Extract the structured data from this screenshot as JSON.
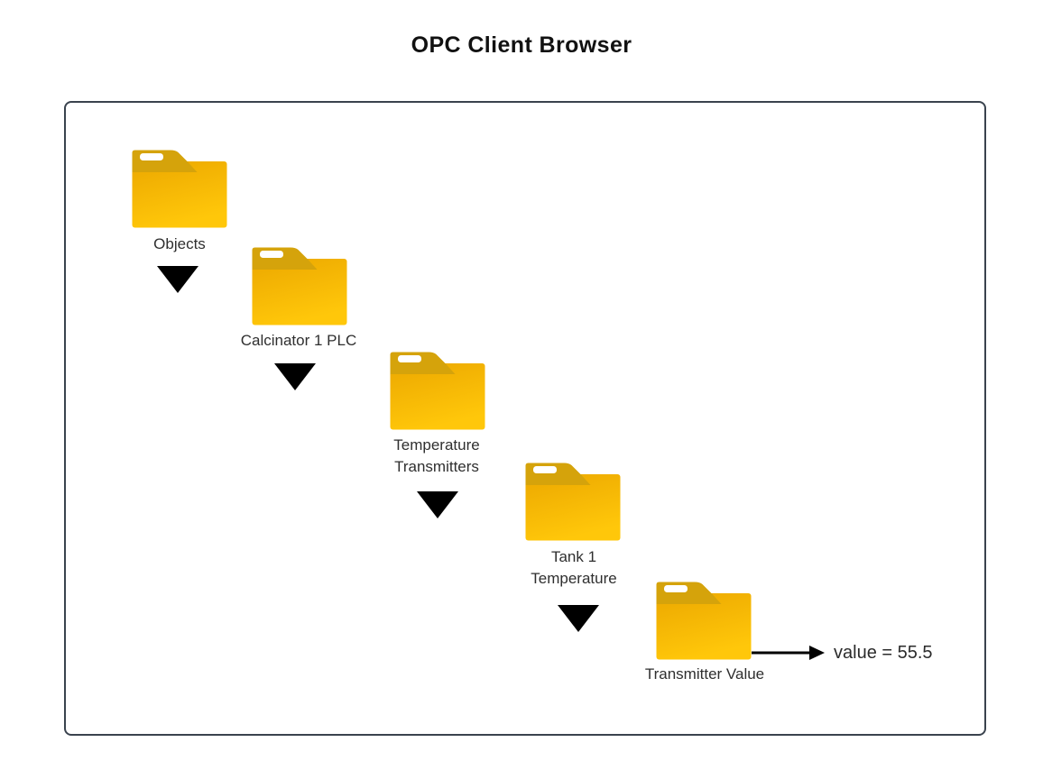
{
  "title": "OPC Client Browser",
  "tree": {
    "nodes": [
      {
        "label": "Objects"
      },
      {
        "label": "Calcinator 1 PLC"
      },
      {
        "label": "Temperature Transmitters"
      },
      {
        "label": "Tank 1 Temperature"
      },
      {
        "label": "Transmitter Value"
      }
    ],
    "value_annotation": "value = 55.5"
  },
  "icons": {
    "folder": "folder-icon",
    "connector": "down-triangle-icon",
    "value_pointer": "right-arrow-icon"
  },
  "colors": {
    "folder_tab": "#D5A30B",
    "folder_body_top": "#ECA800",
    "folder_body_bottom": "#FFC70A",
    "folder_slot": "#FFFFFF",
    "connector": "#000000",
    "box_border": "#3A434E",
    "label_text": "#2F2F2F",
    "title_text": "#111111"
  }
}
